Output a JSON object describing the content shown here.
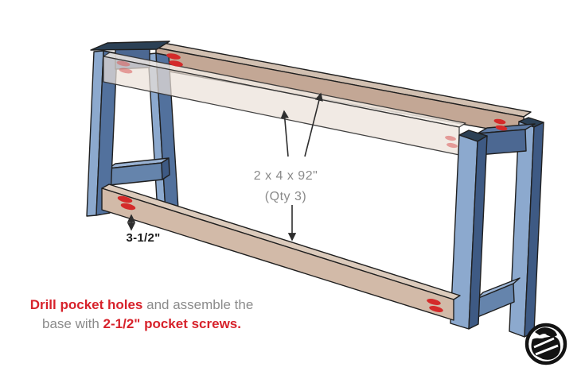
{
  "canvas": {
    "width": "730",
    "height": "472",
    "background": "#FFFFFF"
  },
  "annotations": {
    "part_label_line1": "2 x 4 x 92\"",
    "part_label_line2": "(Qty 3)",
    "dimension_label": "3-1/2\"",
    "instruction_line1_red": "Drill pocket holes",
    "instruction_line1_gray": " and assemble the",
    "instruction_line2_gray": "base with ",
    "instruction_line2_red": "2-1/2\" pocket screws."
  },
  "diagram": {
    "subject": "console-table-base-assembly",
    "rails": [
      "back-top-rail",
      "front-top-rail-translucent",
      "bottom-rail"
    ],
    "leg_assemblies": [
      "left-leg-assembly",
      "right-leg-assembly"
    ],
    "pocket_hole_pairs": 6
  },
  "colors": {
    "leg_blue_light": "#8CA9CE",
    "leg_blue_medium": "#52719D",
    "leg_blue_dark": "#3E5A84",
    "leg_blue_top": "#2B4055",
    "wood_face": "#CDB4A2",
    "wood_face_back": "#C3A795",
    "wood_top": "#DCCBBC",
    "wood_translucent": "#EBE2D9",
    "pocket_hole_red": "#D42A2A",
    "annotation_gray": "#8A8A8A",
    "annotation_red": "#D7222B",
    "annotation_dark": "#1C1C1C"
  },
  "icons": {
    "brand_logo": "woodworker-figure-logo"
  }
}
